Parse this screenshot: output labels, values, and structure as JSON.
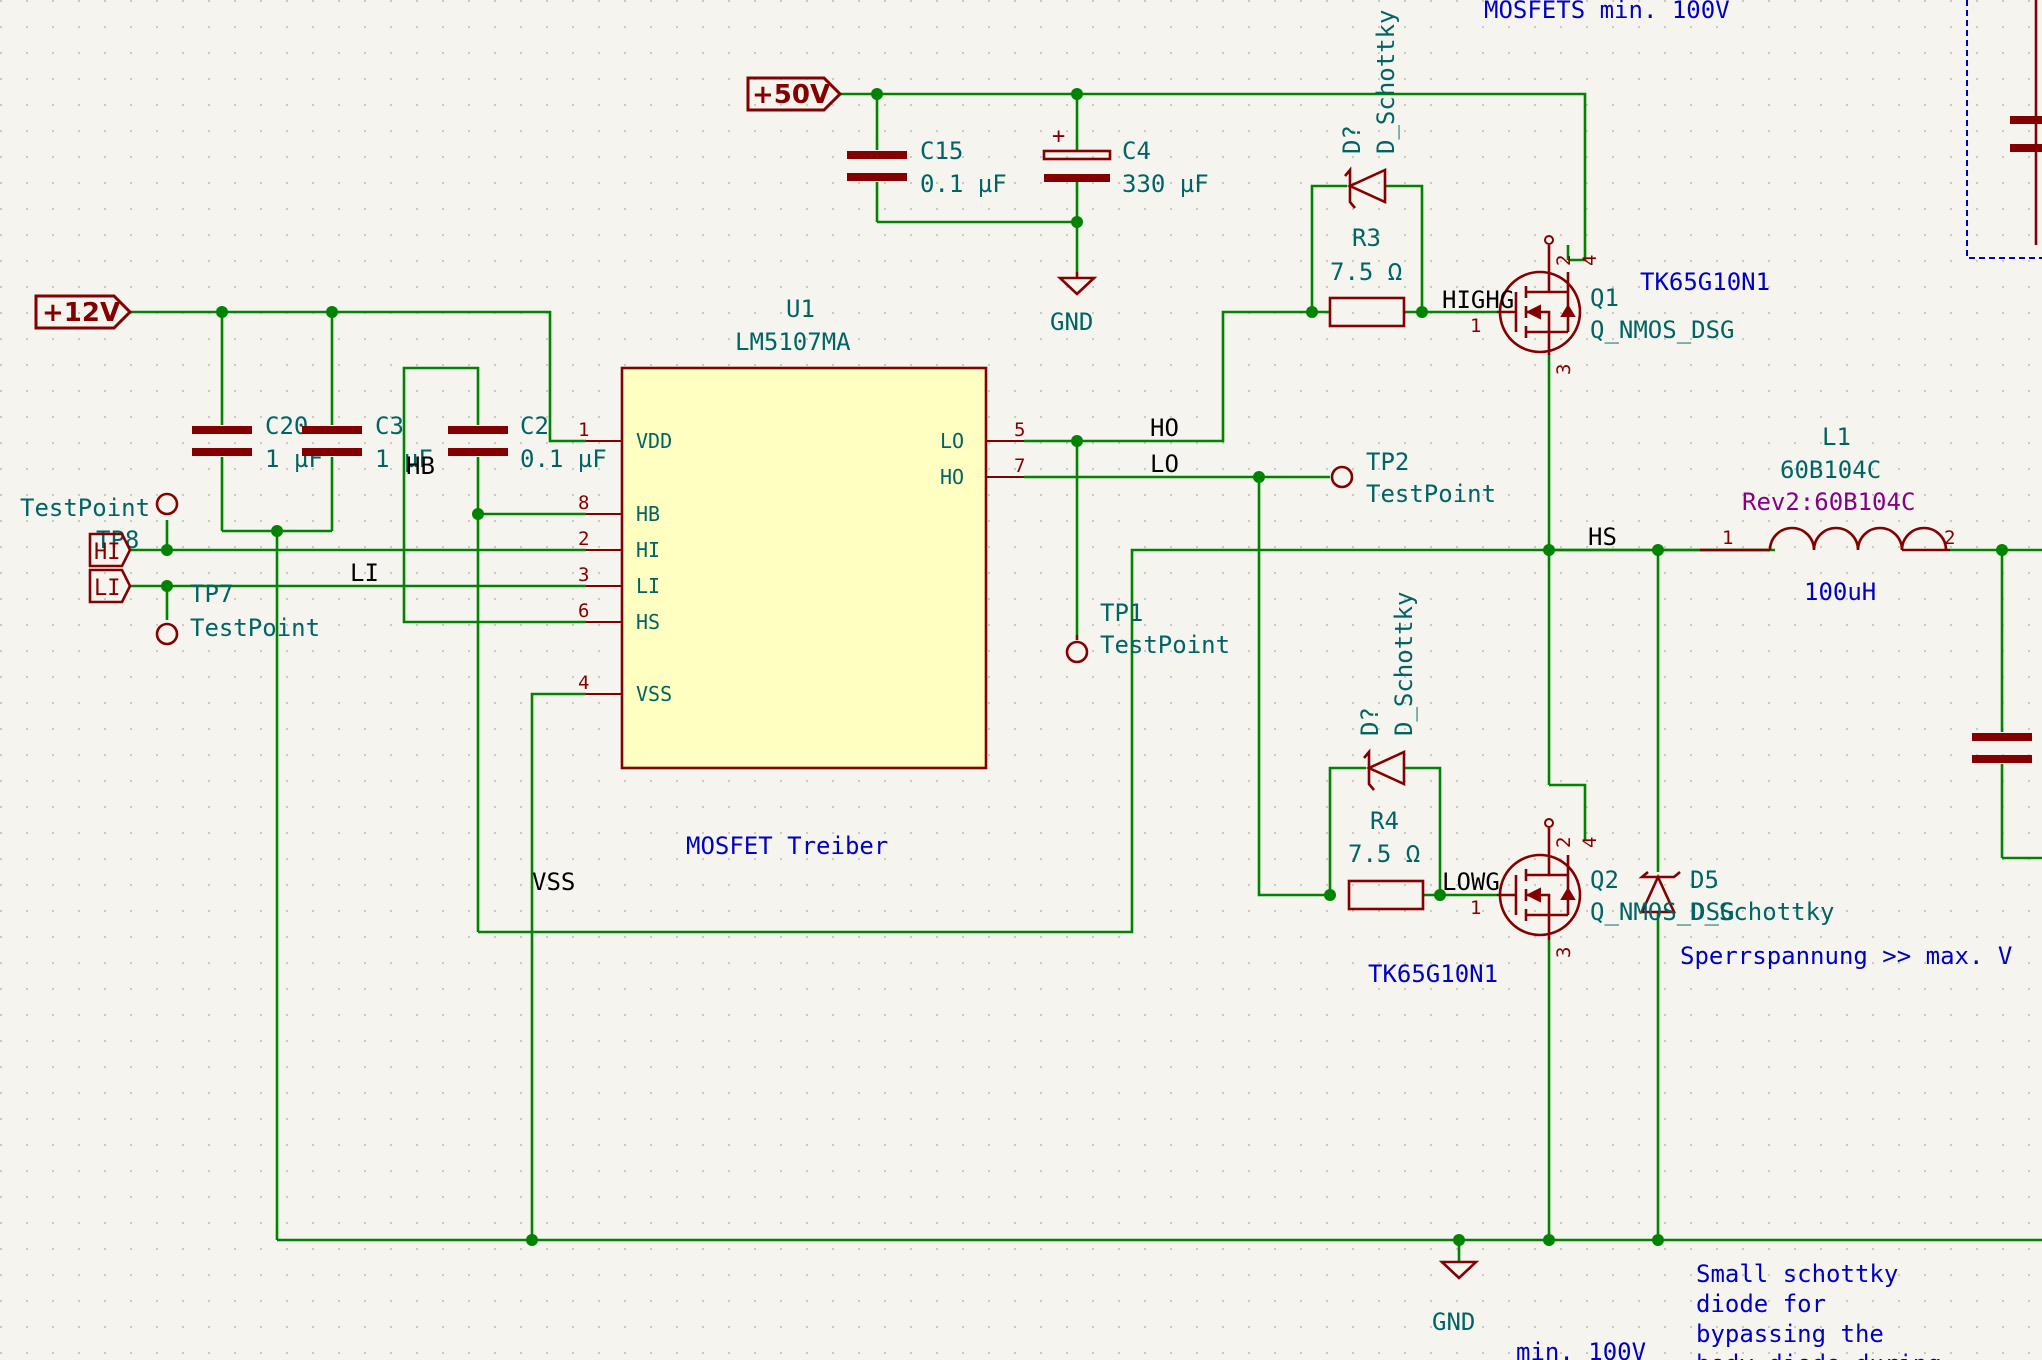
{
  "power": {
    "v50": "+50V",
    "v12": "+12V",
    "gnd_top": "GND",
    "gnd_bottom": "GND"
  },
  "ports": {
    "hi": "HI",
    "li": "LI"
  },
  "notes": {
    "mosfets_top": "MOSFETS   min. 100V",
    "driver": "MOSFET Treiber",
    "sperrspannung": "Sperrspannung >> max. V",
    "schottky_1": "Small schottky",
    "schottky_2": "diode for",
    "schottky_3": "bypassing the",
    "schottky_4": "body diode during",
    "min_bottom": "min. 100V"
  },
  "u1": {
    "ref": "U1",
    "value": "LM5107MA",
    "pins_left": [
      {
        "num": "1",
        "name": "VDD"
      },
      {
        "num": "8",
        "name": "HB"
      },
      {
        "num": "2",
        "name": "HI"
      },
      {
        "num": "3",
        "name": "LI"
      },
      {
        "num": "6",
        "name": "HS"
      },
      {
        "num": "4",
        "name": "VSS"
      }
    ],
    "pins_right": [
      {
        "num": "5",
        "name": "LO"
      },
      {
        "num": "7",
        "name": "HO"
      }
    ]
  },
  "caps": {
    "c15": {
      "ref": "C15",
      "value": "0.1 µF"
    },
    "c4": {
      "ref": "C4",
      "value": "330 µF",
      "plus": "+"
    },
    "c20": {
      "ref": "C20",
      "value": "1 µF"
    },
    "c3": {
      "ref": "C3",
      "value": "1 µF"
    },
    "c2": {
      "ref": "C2",
      "value": "0.1 µF"
    }
  },
  "resistors": {
    "r3": {
      "ref": "R3",
      "value": "7.5 Ω"
    },
    "r4": {
      "ref": "R4",
      "value": "7.5 Ω"
    }
  },
  "diodes": {
    "d_top": {
      "ref": "D?",
      "value": "D_Schottky"
    },
    "d_mid": {
      "ref": "D?",
      "value": "D_Schottky"
    },
    "d5": {
      "ref": "D5",
      "value": "D_Schottky"
    }
  },
  "mosfets": {
    "q1": {
      "ref": "Q1",
      "value": "Q_NMOS_DSG",
      "part": "TK65G10N1",
      "p1": "1",
      "p2": "2",
      "p3": "3",
      "p4": "4"
    },
    "q2": {
      "ref": "Q2",
      "value": "Q_NMOS_DSG",
      "part": "TK65G10N1",
      "p1": "1",
      "p2": "2",
      "p3": "3",
      "p4": "4"
    }
  },
  "inductor": {
    "ref": "L1",
    "value": "60B104C",
    "rev": "Rev2:60B104C",
    "inductance": "100uH",
    "p1": "1",
    "p2": "2"
  },
  "testpoints": {
    "tp1": {
      "ref": "TP1",
      "value": "TestPoint"
    },
    "tp2": {
      "ref": "TP2",
      "value": "TestPoint"
    },
    "tp7": {
      "ref": "TP7",
      "value": "TestPoint"
    },
    "tp8": {
      "ref": "TP8",
      "value": "TestPoint"
    }
  },
  "nets": {
    "hb": "HB",
    "li": "LI",
    "ho": "HO",
    "lo": "LO",
    "hs": "HS",
    "vss": "VSS",
    "highg": "HIGHG",
    "lowg": "LOWG"
  },
  "colors": {
    "wire": "#008400",
    "component": "#840000",
    "ic_fill": "#ffffc2",
    "text_teal": "#006464",
    "text_blue": "#0000c2",
    "text_purple": "#840084",
    "background": "#f5f4ef"
  }
}
